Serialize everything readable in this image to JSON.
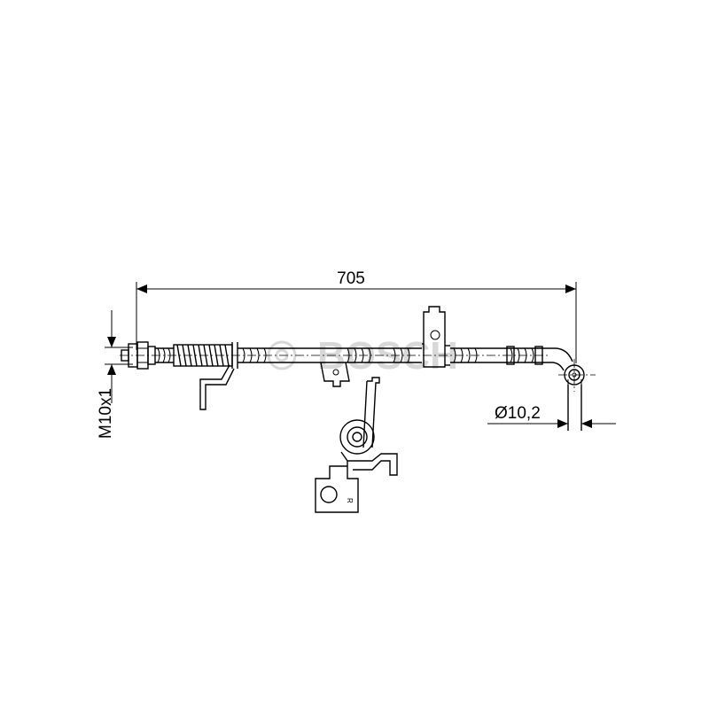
{
  "dimensions": {
    "length": "705",
    "thread": "M10x1",
    "outer_diameter": "Ø10,2"
  },
  "watermark": {
    "brand": "BOSCH"
  },
  "bracket_mark": "R"
}
